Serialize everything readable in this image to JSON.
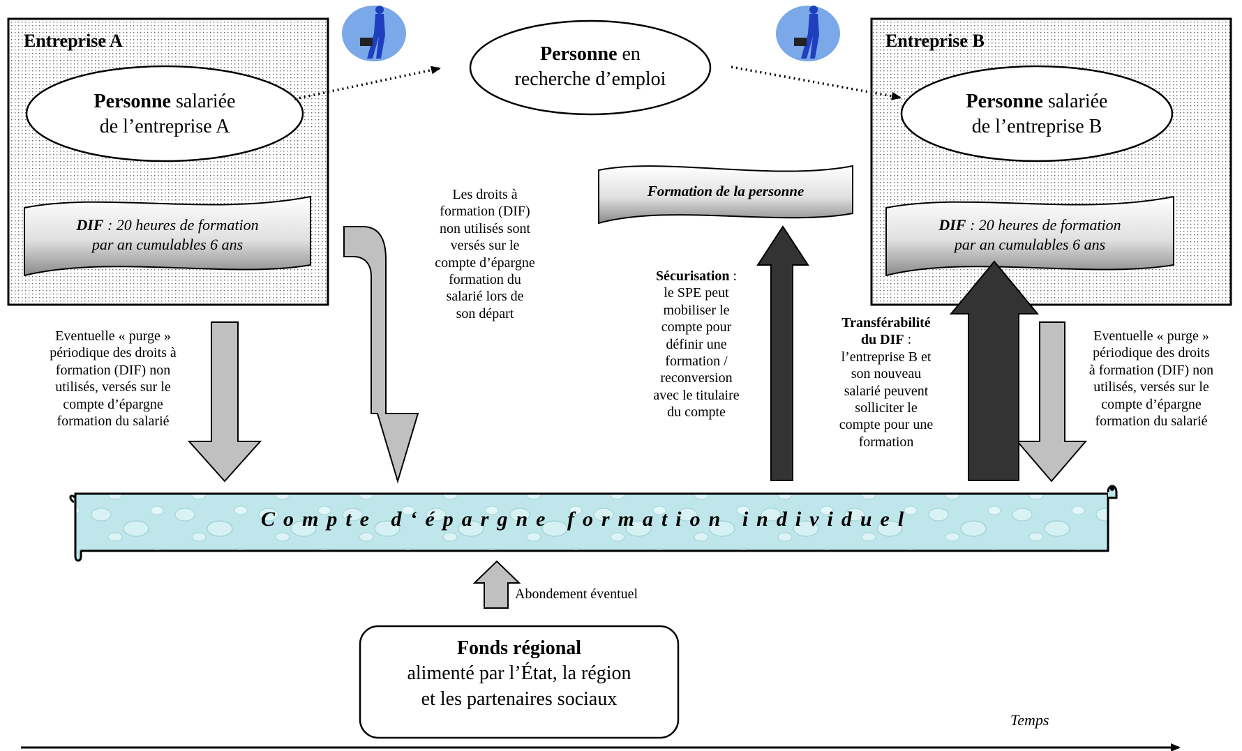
{
  "company_a": {
    "title": "Entreprise A",
    "person_bold": "Personne",
    "person_rest": " salariée",
    "person_line2": "de l’entreprise A",
    "dif_bold": "DIF",
    "dif_rest": " : 20 heures de formation",
    "dif_line2": "par an cumulables 6 ans"
  },
  "company_b": {
    "title": "Entreprise B",
    "person_bold": "Personne",
    "person_rest": " salariée",
    "person_line2": "de l’entreprise B",
    "dif_bold": "DIF",
    "dif_rest": " : 20 heures de formation",
    "dif_line2": "par an cumulables 6 ans"
  },
  "job_seeker": {
    "bold": "Personne",
    "rest": " en",
    "line2": "recherche d’emploi"
  },
  "training_scroll": "Formation de la personne",
  "purge_left": [
    "Eventuelle « purge »",
    "périodique des droits à",
    "formation (DIF) non",
    "utilisés, versés sur le",
    "compte d’épargne",
    "formation du salarié"
  ],
  "purge_right": [
    "Eventuelle « purge »",
    "périodique des droits",
    "à formation (DIF) non",
    "utilisés, versés sur le",
    "compte d’épargne",
    "formation du salarié"
  ],
  "departure_note": [
    "Les droits à",
    "formation (DIF)",
    "non utilisés sont",
    "versés sur le",
    "compte d’épargne",
    "formation du",
    "salarié lors de",
    "son départ"
  ],
  "securisation": {
    "bold": "Sécurisation",
    "rest": " :",
    "lines": [
      "le SPE peut",
      "mobiliser le",
      "compte pour",
      "définir une",
      "formation /",
      "reconversion",
      "avec le titulaire",
      "du compte"
    ]
  },
  "transferabilite": {
    "bold1": "Transférabilité",
    "bold2": "du DIF",
    "rest2": " :",
    "lines": [
      "l’entreprise B et",
      "son nouveau",
      "salarié peuvent",
      "solliciter le",
      "compte pour une",
      "formation"
    ]
  },
  "banner": "Compte d‘épargne formation individuel",
  "abondement": "Abondement éventuel",
  "fonds": {
    "bold": "Fonds régional",
    "line2": "alimenté par l’État, la région",
    "line3": "et les partenaires sociaux"
  },
  "time_label": "Temps",
  "colors": {
    "grey_arrow": "#c0c0c0",
    "dark_arrow": "#333333",
    "banner": "#bfe6ea",
    "person_icon": "#1f3fbf",
    "person_halo": "#7aa8e8"
  }
}
